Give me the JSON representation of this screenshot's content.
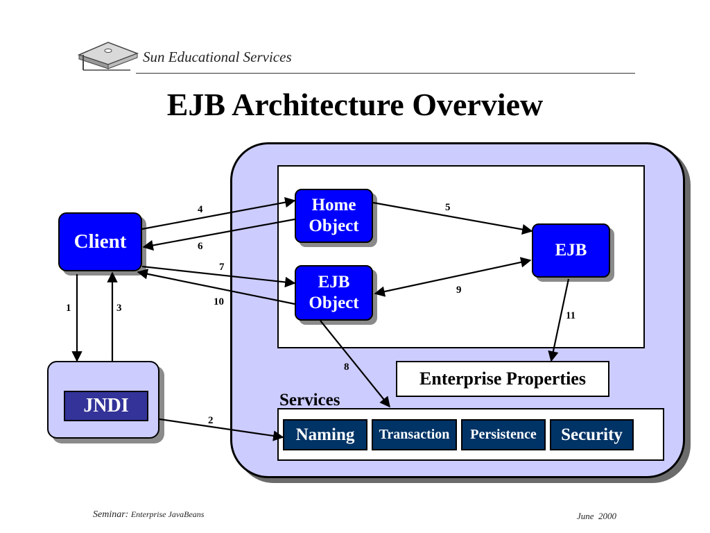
{
  "header": {
    "brand": "Sun Educational Services",
    "title": "EJB Architecture Overview",
    "logo_icon": "graduation-cap-icon"
  },
  "diagram": {
    "client": "Client",
    "jndi": "JNDI",
    "home_object": [
      "Home",
      "Object"
    ],
    "ejb_object": [
      "EJB",
      "Object"
    ],
    "ejb": "EJB",
    "enterprise_properties": "Enterprise Properties",
    "services_label": "Services",
    "services": [
      "Naming",
      "Transaction",
      "Persistence",
      "Security"
    ],
    "step_numbers": [
      "1",
      "2",
      "3",
      "4",
      "5",
      "6",
      "7",
      "8",
      "9",
      "10",
      "11"
    ]
  },
  "footer": {
    "seminar_label": "Seminar:",
    "seminar_topic": "Enterprise JavaBeans",
    "month": "June",
    "year": "2000"
  },
  "colors": {
    "container": "#ccccff",
    "node_blue": "#0000ff",
    "service_navy": "#003366",
    "jndi_label_bg": "#333399"
  }
}
